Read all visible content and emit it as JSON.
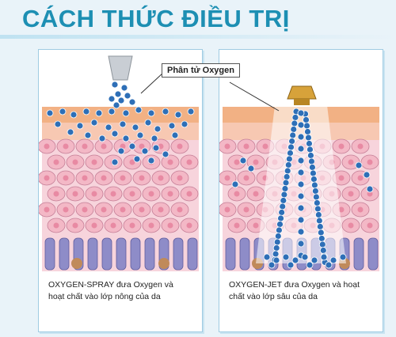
{
  "title": "CÁCH THỨC ĐIỀU TRỊ",
  "molecule_label": "Phân tử Oxygen",
  "panels": {
    "left": {
      "caption_line1": "OXYGEN-SPRAY đưa Oxygen và",
      "caption_line2": "hoạt chất vào lớp nông của da"
    },
    "right": {
      "caption_line1": "OXYGEN-JET đưa Oxygen và hoạt",
      "caption_line2": "chất vào lớp sâu của da"
    }
  },
  "colors": {
    "title": "#1d8fb3",
    "epidermis_top": "#f2b184",
    "cell_fill": "#f3b8c6",
    "cell_stroke": "#c57f97",
    "nucleus": "#e88aa3",
    "basal": "#8e8cc8",
    "bubble": "#2e6fb7"
  }
}
